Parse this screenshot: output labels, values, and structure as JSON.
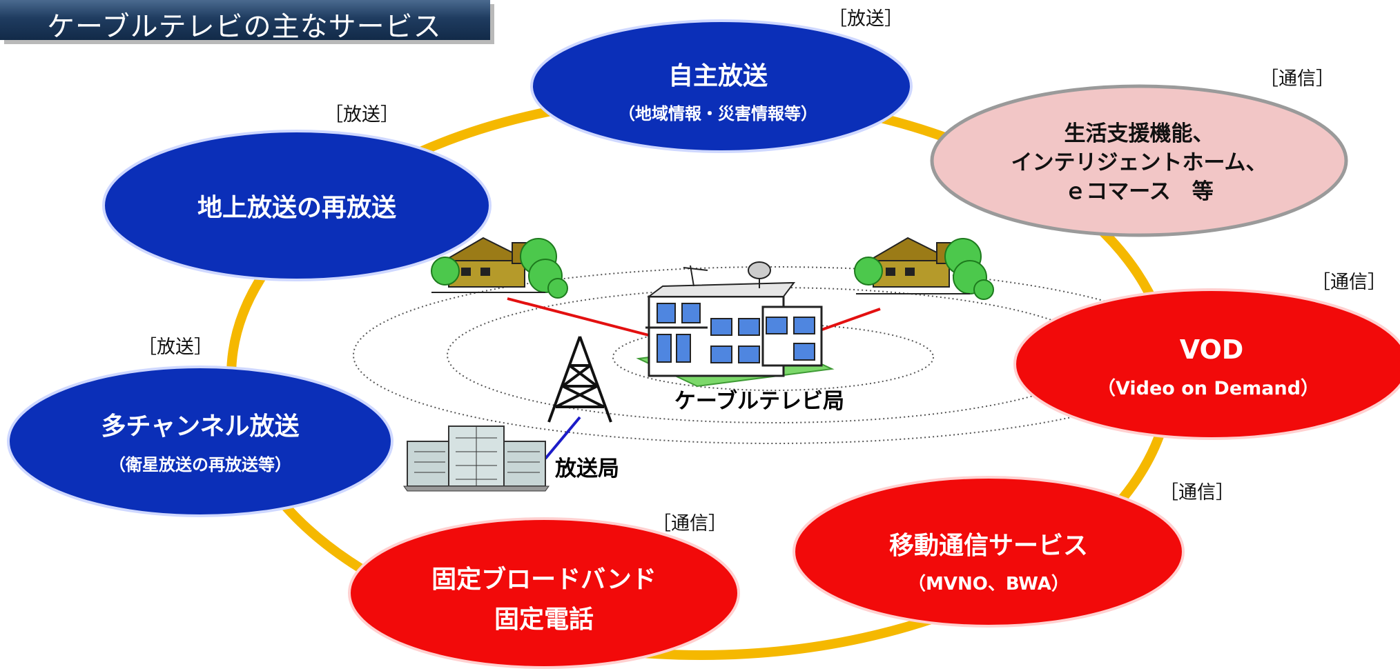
{
  "title": "ケーブルテレビの主なサービス",
  "center": {
    "cable_station": "ケーブルテレビ局",
    "broadcast_station": "放送局"
  },
  "services": [
    {
      "id": "self",
      "main": "自主放送",
      "sub": "（地域情報・災害情報等）",
      "tag": "［放送］",
      "color": "blue"
    },
    {
      "id": "retrans",
      "main": "地上放送の再放送",
      "sub": "",
      "tag": "［放送］",
      "color": "blue"
    },
    {
      "id": "multich",
      "main": "多チャンネル放送",
      "sub": "（衛星放送の再放送等）",
      "tag": "［放送］",
      "color": "blue"
    },
    {
      "id": "life",
      "lines": [
        "生活支援機能、",
        "インテリジェントホーム、",
        "ｅコマース　等"
      ],
      "tag": "［通信］",
      "color": "pink"
    },
    {
      "id": "vod",
      "main": "VOD",
      "sub": "（Video on Demand）",
      "tag": "［通信］",
      "color": "red"
    },
    {
      "id": "mobile",
      "main": "移動通信サービス",
      "sub": "（MVNO、BWA）",
      "tag": "［通信］",
      "color": "red"
    },
    {
      "id": "fixed",
      "lines": [
        "固定ブロードバンド",
        "固定電話"
      ],
      "tag": "［通信］",
      "color": "red"
    }
  ],
  "colors": {
    "blue": "#0b2fb8",
    "red": "#f20a0a",
    "pink": "#f2c6c6",
    "ring": "#f5b800"
  }
}
